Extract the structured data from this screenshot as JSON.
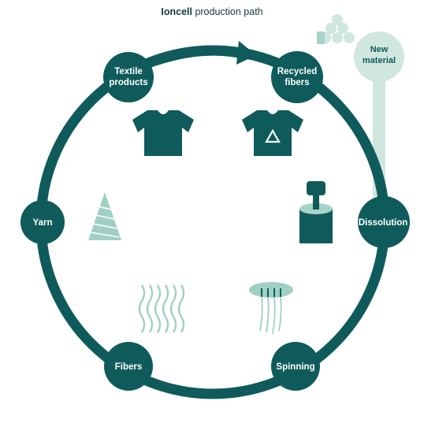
{
  "title": {
    "bold": "Ioncell",
    "rest": " production path"
  },
  "nodes": {
    "textile_products": [
      "Textile",
      "products"
    ],
    "recycled_fibers": [
      "Recycled",
      "fibers"
    ],
    "dissolution": "Dissolution",
    "spinning": "Spinning",
    "fibers": "Fibers",
    "yarn": "Yarn"
  },
  "new_material": [
    "New",
    "material"
  ],
  "colors": {
    "teal_dark": "#0f5b5b",
    "teal_light": "#cfe7df",
    "teal_icon": "#9fd0c3",
    "text_dark": "#16393a"
  }
}
